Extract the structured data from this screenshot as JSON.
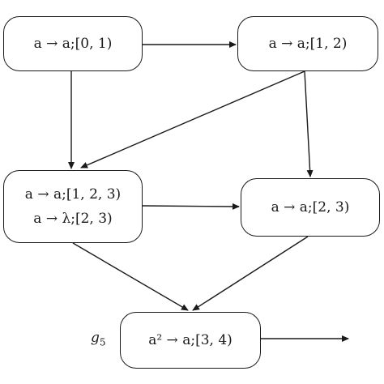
{
  "nodes": {
    "n1": {
      "lines": [
        "a → a;[0, 1)"
      ]
    },
    "n2": {
      "lines": [
        "a → a;[1, 2)"
      ]
    },
    "n3": {
      "lines": [
        "a → a;[1, 2, 3)",
        "a → λ;[2, 3)"
      ]
    },
    "n4": {
      "lines": [
        "a → a;[2, 3)"
      ]
    },
    "n5": {
      "lines": [
        "a² → a;[3, 4)"
      ]
    }
  },
  "label": {
    "letter": "g",
    "index": "5"
  }
}
